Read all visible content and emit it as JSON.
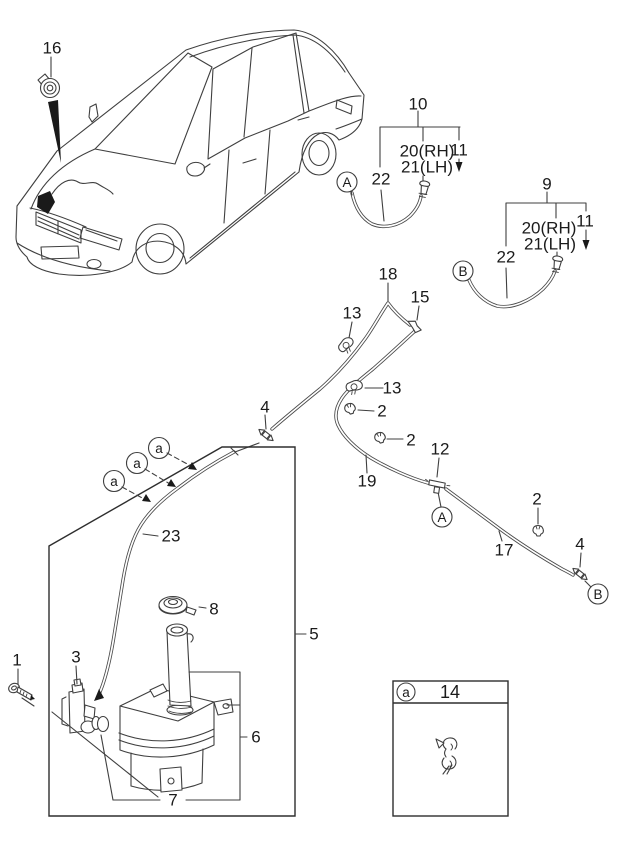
{
  "callouts": {
    "c1": "1",
    "c2": "2",
    "c3": "3",
    "c4": "4",
    "c5": "5",
    "c6": "6",
    "c7": "7",
    "c8": "8",
    "c9": "9",
    "c10": "10",
    "c11": "11",
    "c12": "12",
    "c13": "13",
    "c14": "14",
    "c15": "15",
    "c16": "16",
    "c17": "17",
    "c18": "18",
    "c19": "19",
    "c20rh": "20(RH)",
    "c21lh": "21(LH)",
    "c22": "22",
    "c23": "23"
  },
  "markers": {
    "view_a": "A",
    "view_b": "B",
    "clip_a": "a"
  },
  "colors": {
    "line": "#3f3f3f",
    "text": "#1b1b1b",
    "background": "#ffffff"
  }
}
